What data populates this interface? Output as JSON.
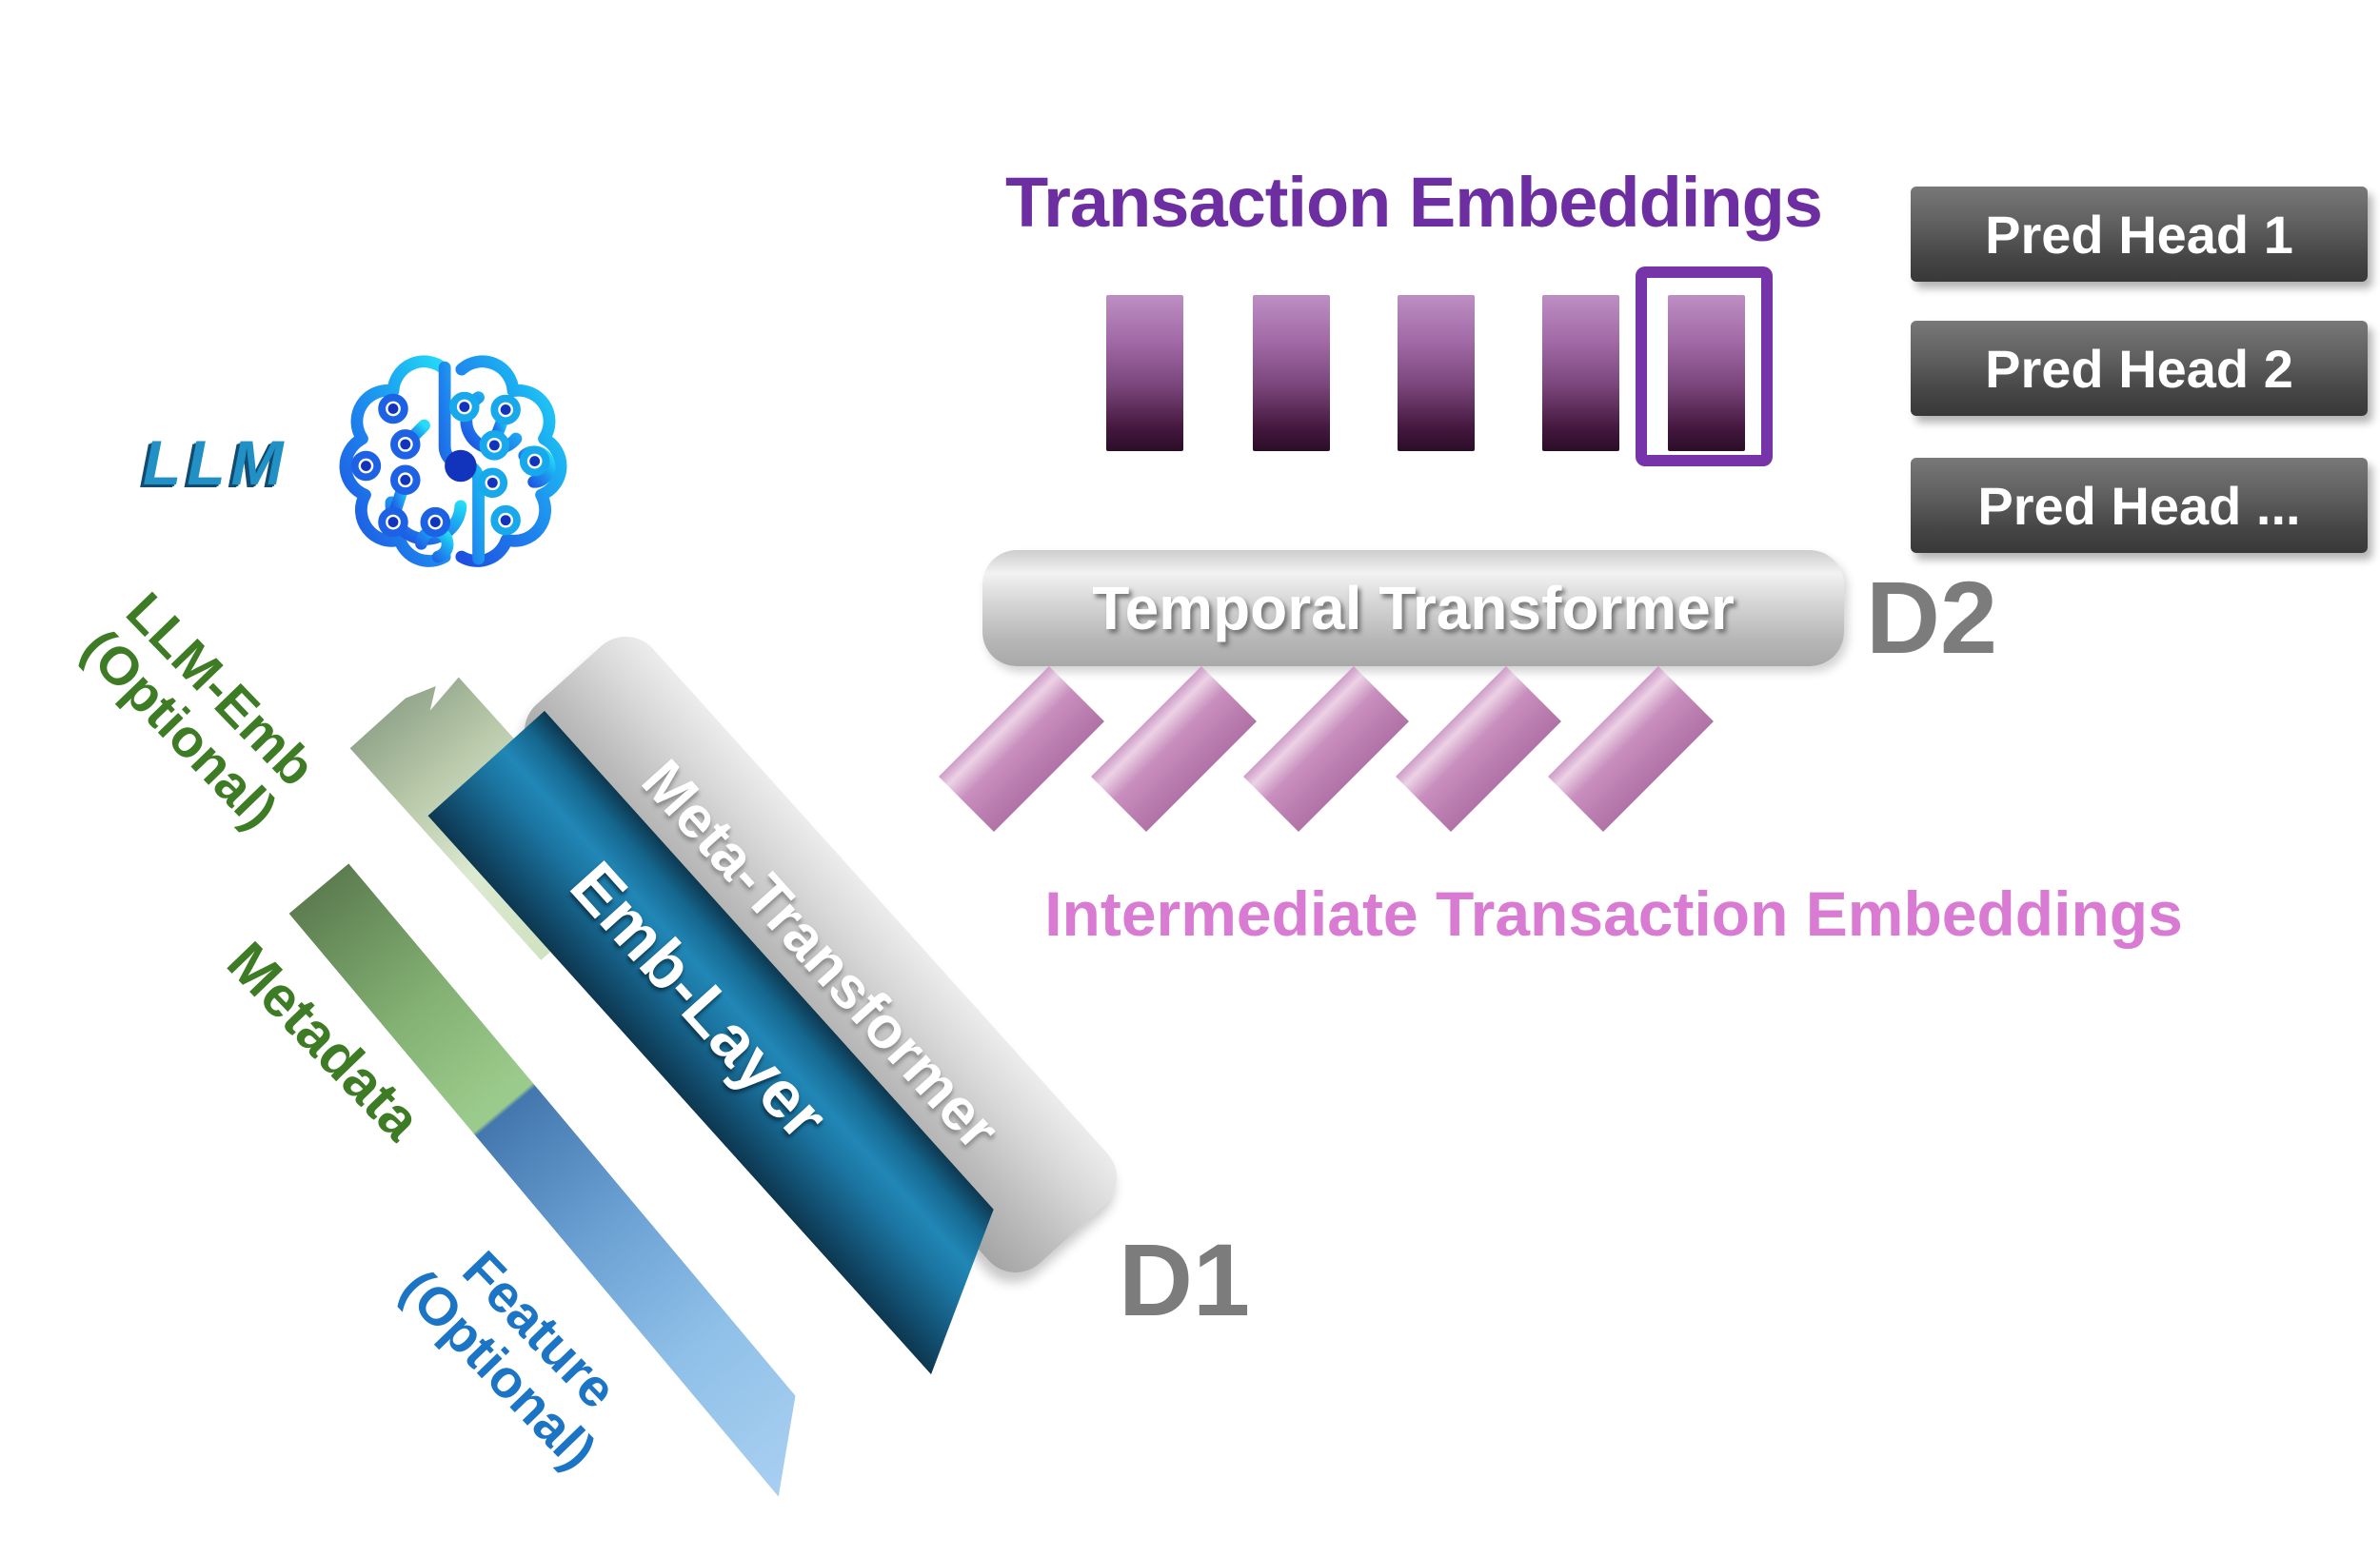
{
  "header": {
    "title": "Transaction Embeddings"
  },
  "llm": {
    "label": "LLM"
  },
  "pred_heads": [
    {
      "label": "Pred Head 1"
    },
    {
      "label": "Pred Head 2"
    },
    {
      "label": "Pred Head ..."
    }
  ],
  "temporal": {
    "label": "Temporal Transformer"
  },
  "stage_labels": {
    "d1": "D1",
    "d2": "D2"
  },
  "transaction_embeddings": {
    "count": 5,
    "highlighted_index": 5
  },
  "intermediate": {
    "label": "Intermediate Transaction Embeddings",
    "count": 5
  },
  "pipeline": {
    "meta_transformer": "Meta-Transformer",
    "emb_layer": "Emb-Layer"
  },
  "inputs": {
    "llm_emb": {
      "line1": "LLM-Emb",
      "line2": "(Optional)"
    },
    "metadata": {
      "label": "Metadata"
    },
    "feature": {
      "line1": "Feature",
      "line2": "(Optional)"
    }
  },
  "colors": {
    "title_purple": "#6C2EA0",
    "embedding_bar_top": "#BD8FC3",
    "embedding_bar_bottom": "#2A0D27",
    "highlight_box_purple": "#7634A8",
    "pred_head_gray_top": "#787878",
    "pred_head_gray_bottom": "#383838",
    "temporal_silver": "#C9C9C9",
    "stage_label_gray": "#7C7C7C",
    "intermediate_pink": "#D97BD2",
    "lozenge_mauve": "#BD80B2",
    "llm_teal": "#2191C5",
    "brain_blue": "#1D50E0",
    "brain_cyan": "#22D4F5",
    "green_label": "#3E7B25",
    "blue_label": "#1B74C4",
    "emb_layer_teal": "#1B74A0",
    "meta_transformer_silver": "#BDBDBD"
  }
}
